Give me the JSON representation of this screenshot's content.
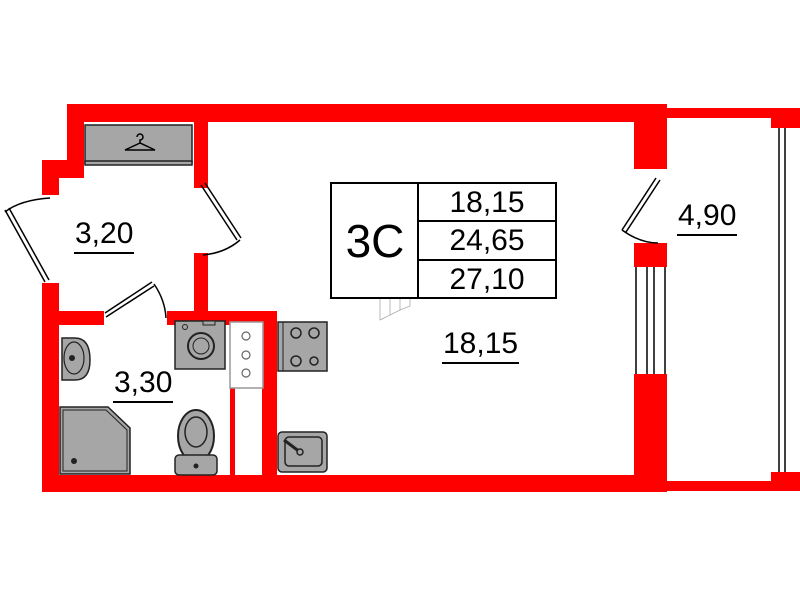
{
  "plan": {
    "unit_type": "3С",
    "summary": {
      "living_area": "18,15",
      "total_area": "24,65",
      "total_with_balcony": "27,10"
    },
    "rooms": [
      {
        "id": "hallway",
        "area": "3,20"
      },
      {
        "id": "bathroom",
        "area": "3,30"
      },
      {
        "id": "living-room",
        "area": "18,15"
      },
      {
        "id": "balcony",
        "area": "4,90"
      }
    ],
    "icons": [
      "hanger-icon",
      "washing-machine-icon",
      "water-heater-icon",
      "stove-icon",
      "sink-icon",
      "washbasin-icon",
      "shower-tray-icon",
      "toilet-icon",
      "door-icon",
      "window-icon"
    ],
    "colors": {
      "wall": "#ff0000",
      "fixture": "#a6a6a6",
      "line": "#000000"
    }
  }
}
